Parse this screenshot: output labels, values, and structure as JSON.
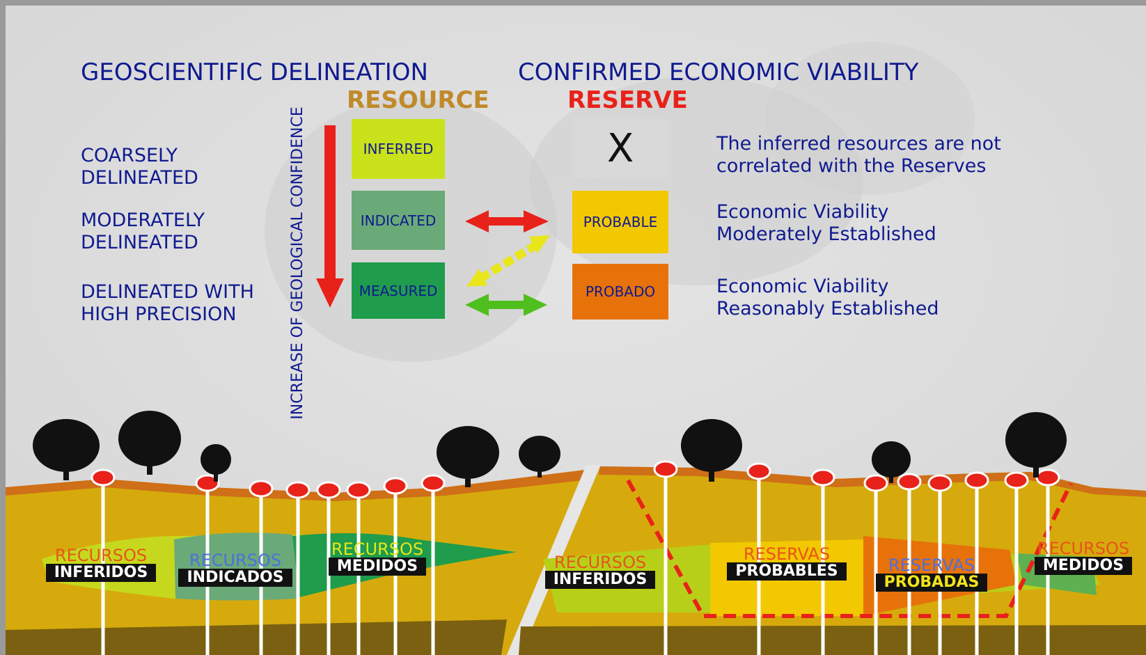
{
  "headers": {
    "left": "GEOSCIENTIFIC DELINEATION",
    "right": "CONFIRMED ECONOMIC VIABILITY"
  },
  "columns": {
    "resource": "RESOURCE",
    "reserve": "RESERVE"
  },
  "confidence_axis_label": "INCREASE OF GEOLOGICAL CONFIDENCE",
  "delineation_levels": [
    {
      "line1": "COARSELY",
      "line2": "DELINEATED"
    },
    {
      "line1": "MODERATELY",
      "line2": "DELINEATED"
    },
    {
      "line1": "DELINEATED WITH",
      "line2": "HIGH PRECISION"
    }
  ],
  "resource_boxes": [
    {
      "label": "INFERRED",
      "color": "#c9e21b"
    },
    {
      "label": "INDICATED",
      "color": "#6aaa78"
    },
    {
      "label": "MEASURED",
      "color": "#1f9c4c"
    }
  ],
  "reserve_boxes": [
    {
      "label": "X",
      "color": "#d9d9d9"
    },
    {
      "label": "PROBABLE",
      "color": "#f2c800"
    },
    {
      "label": "PROBADO",
      "color": "#e7720a"
    }
  ],
  "descriptions": [
    {
      "line1": "The inferred resources are not",
      "line2": "correlated with the Reserves"
    },
    {
      "line1": "Economic Viability",
      "line2": "Moderately Established"
    },
    {
      "line1": "Economic Viability",
      "line2": "Reasonably Established"
    }
  ],
  "cross_section_tags": [
    {
      "top": "RECURSOS",
      "bottom": "INFERIDOS",
      "top_color": "#e8541a"
    },
    {
      "top": "RECURSOS",
      "bottom": "INDICADOS",
      "top_color": "#4d6fe0"
    },
    {
      "top": "RECURSOS",
      "bottom": "MEDIDOS",
      "top_color": "#e6e61a"
    },
    {
      "top": "RECURSOS",
      "bottom": "INFERIDOS",
      "top_color": "#e8541a"
    },
    {
      "top": "RESERVAS",
      "bottom": "PROBABLES",
      "top_color": "#e8541a"
    },
    {
      "top": "RESERVAS",
      "bottom": "PROBADAS",
      "top_color": "#4d6fe0",
      "bottom_color": "#f2e31a"
    },
    {
      "top": "RECURSOS",
      "bottom": "MEDIDOS",
      "top_color": "#e8541a"
    }
  ],
  "colors": {
    "text": "#0f1a8f",
    "resource_heading": "#c08a2a",
    "reserve_heading": "#e8221a",
    "ground": "#d4a70b",
    "crust": "#d07a1a",
    "arrow_red": "#e8221a",
    "arrow_green": "#4fbf1e",
    "arrow_yellow": "#e9e61a"
  }
}
